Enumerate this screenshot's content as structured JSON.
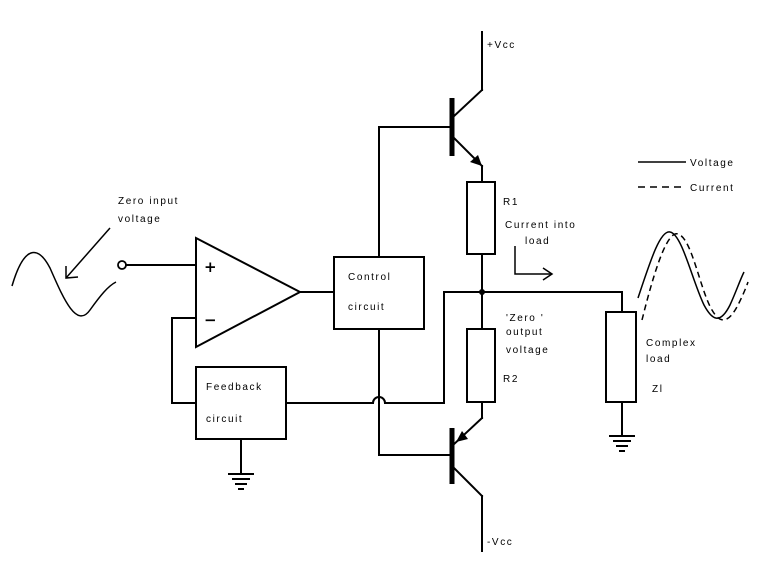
{
  "labels": {
    "zero_input_line1": "Zero input",
    "zero_input_line2": "voltage",
    "plus": "+",
    "minus": "−",
    "control_line1": "Control",
    "control_line2": "circuit",
    "feedback_line1": "Feedback",
    "feedback_line2": "circuit",
    "vcc_pos": "+Vcc",
    "vcc_neg": "-Vcc",
    "r1": "R1",
    "r2": "R2",
    "current_into_line1": "Current into",
    "current_into_line2": "load",
    "zero_output_line1": "'Zero '",
    "zero_output_line2": "output",
    "zero_output_line3": "voltage",
    "complex_line1": "Complex",
    "complex_line2": "load",
    "zl": "Zl"
  },
  "legend": {
    "voltage": "Voltage",
    "current": "Current"
  }
}
